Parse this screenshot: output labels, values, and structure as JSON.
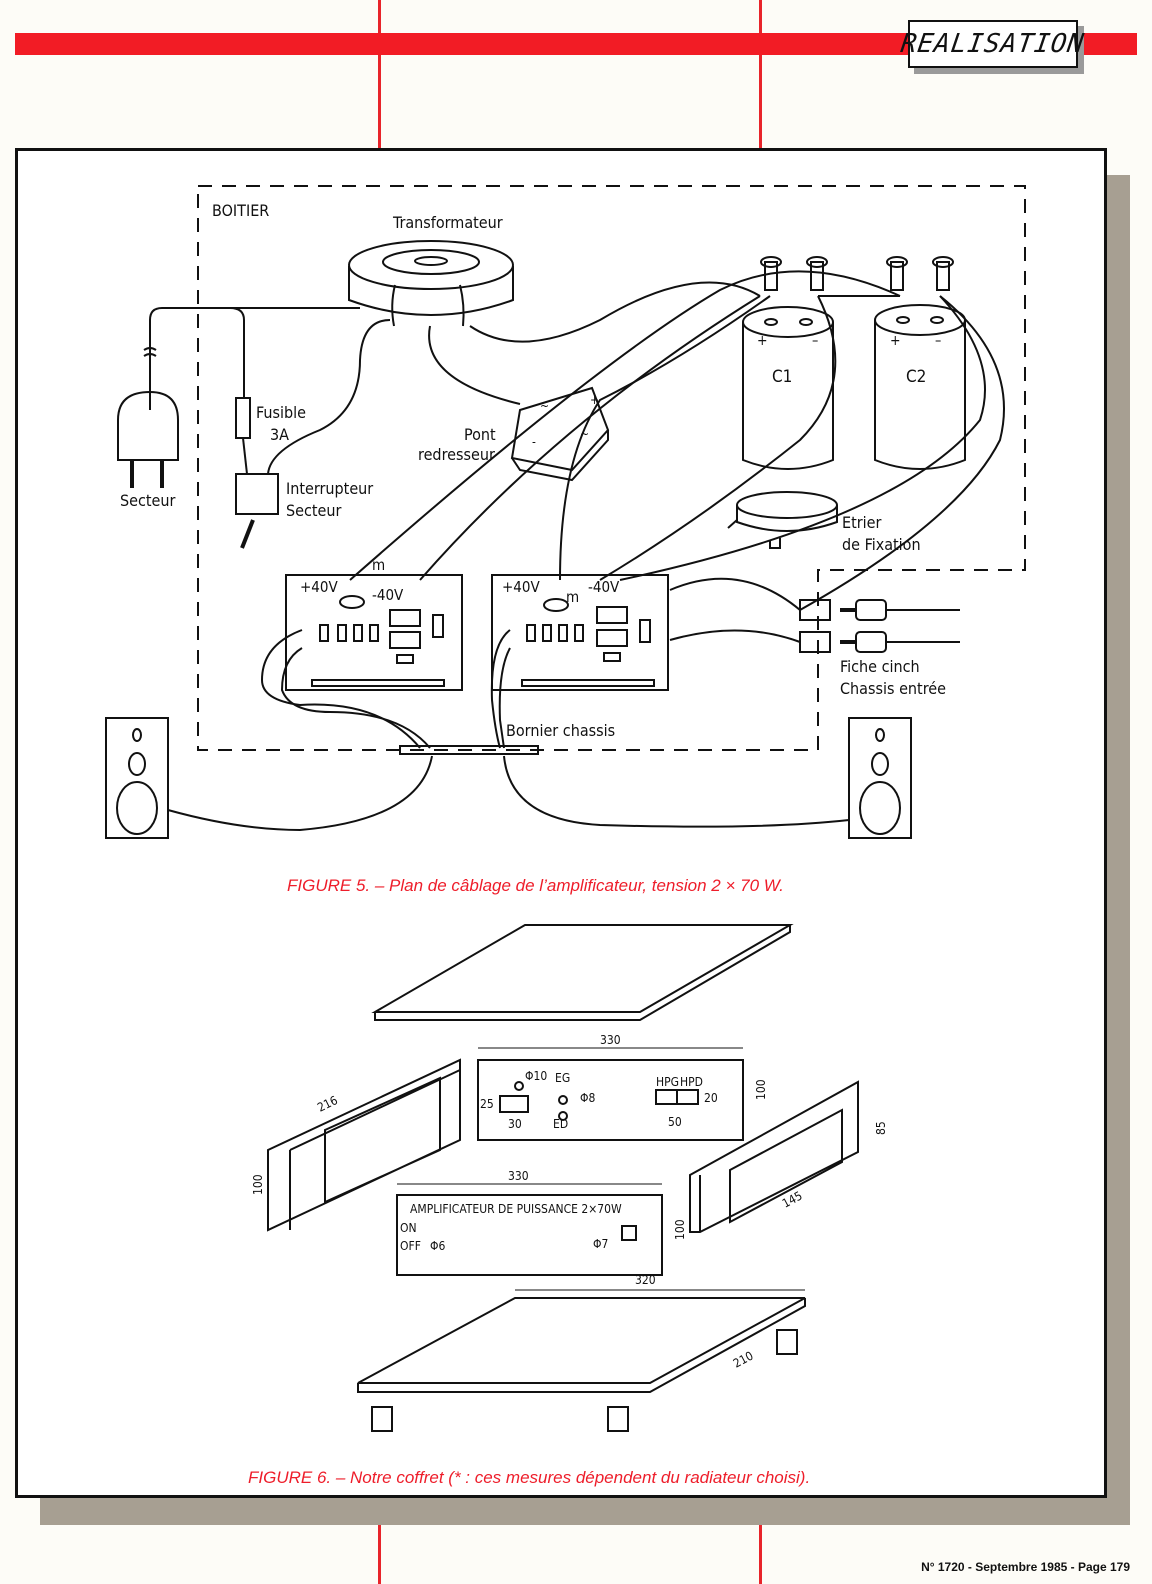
{
  "header": {
    "section_tag": "REALISATION",
    "colors": {
      "accent": "#f21c25",
      "caption": "#ee1d2a",
      "shadow": "#a79f92"
    }
  },
  "figure5": {
    "labels": {
      "boitier": "BOITIER",
      "transformateur": "Transformateur",
      "fusible": "Fusible",
      "fusible_rating": "3A",
      "pont": "Pont",
      "redresseur": "redresseur",
      "secteur": "Secteur",
      "interrupteur": "Interrupteur",
      "interrupteur_2": "Secteur",
      "c1": "C1",
      "c2": "C2",
      "plus": "+",
      "minus": "–",
      "etrier": "Etrier",
      "etrier_2": "de Fixation",
      "pos_v": "+40V",
      "neg_v": "-40V",
      "ground": "m",
      "fiche": "Fiche cinch",
      "chassis_entree": "Chassis entrée",
      "bornier": "Bornier chassis"
    },
    "caption": "FIGURE 5. – Plan de câblage de l’amplificateur, tension 2 × 70 W."
  },
  "figure6": {
    "dims": {
      "rear_width": "330",
      "rear_height": "100",
      "side_length": "216",
      "side_height": "100",
      "front_width": "330",
      "front_height": "100",
      "heatsink_height": "85",
      "heatsink_length": "145",
      "base_width": "320",
      "base_depth": "210",
      "d10": "Φ10",
      "d8": "Φ8",
      "d6": "Φ6",
      "d7": "Φ7",
      "dim25": "25",
      "dim30": "30",
      "dim20": "20",
      "dim50": "50"
    },
    "labels": {
      "eg": "EG",
      "ed": "ED",
      "hpg": "HPG",
      "hpd": "HPD",
      "front_title": "AMPLIFICATEUR  DE  PUISSANCE   2×70W",
      "on": "ON",
      "off": "OFF"
    },
    "caption": "FIGURE 6. – Notre coffret (* : ces mesures dépendent du radiateur choisi)."
  },
  "footer": {
    "text": "N° 1720 - Septembre 1985 - Page 179"
  }
}
